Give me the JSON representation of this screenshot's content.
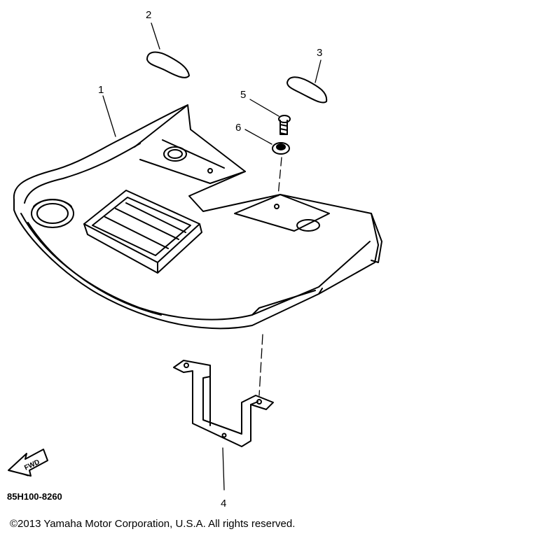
{
  "diagram": {
    "callouts": [
      {
        "id": "1",
        "label": "1"
      },
      {
        "id": "2",
        "label": "2"
      },
      {
        "id": "3",
        "label": "3"
      },
      {
        "id": "4",
        "label": "4"
      },
      {
        "id": "5",
        "label": "5"
      },
      {
        "id": "6",
        "label": "6"
      }
    ],
    "fwd_label": "FWD",
    "diagram_code": "85H100-8260",
    "copyright": "©2013 Yamaha Motor Corporation, U.S.A. All rights reserved."
  }
}
